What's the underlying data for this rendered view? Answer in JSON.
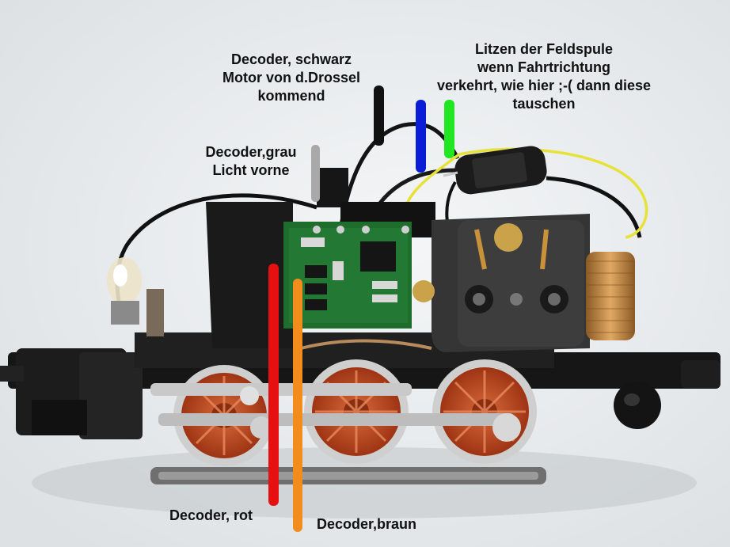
{
  "labels": {
    "decoder_black": [
      "Decoder, schwarz",
      "Motor von d.Drossel",
      "kommend"
    ],
    "decoder_gray": [
      "Decoder,grau",
      "Licht vorne"
    ],
    "field_coil": [
      "Litzen der Feldspule",
      "wenn Fahrtrichtung",
      "verkehrt, wie hier ;-( dann diese",
      "tauschen"
    ],
    "decoder_red": "Decoder, rot",
    "decoder_brown": "Decoder,braun"
  },
  "colors": {
    "background": "#e9ecee",
    "marker_black": "#111111",
    "marker_gray": "#a9a9a9",
    "marker_blue": "#0a1cd6",
    "marker_green": "#22e622",
    "marker_red": "#e61010",
    "marker_orange": "#f28c1c",
    "wire_yellow": "#e6e23a",
    "pcb_green": "#1f6d2c",
    "wheel_red": "#c8461d",
    "coil_copper": "#c3843e"
  }
}
